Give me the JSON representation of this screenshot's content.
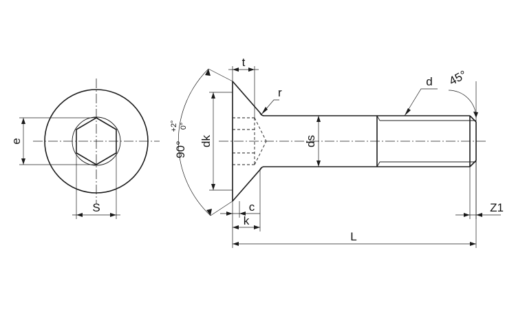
{
  "labels": {
    "e": "e",
    "s": "S",
    "t": "t",
    "r": "r",
    "d": "d",
    "angle45": "45°",
    "angle90": "90°",
    "tol_plus": "+2°",
    "tol_zero": "0°",
    "dk": "dk",
    "ds": "ds",
    "c": "c",
    "k": "k",
    "z1": "Z1",
    "l": "L"
  }
}
